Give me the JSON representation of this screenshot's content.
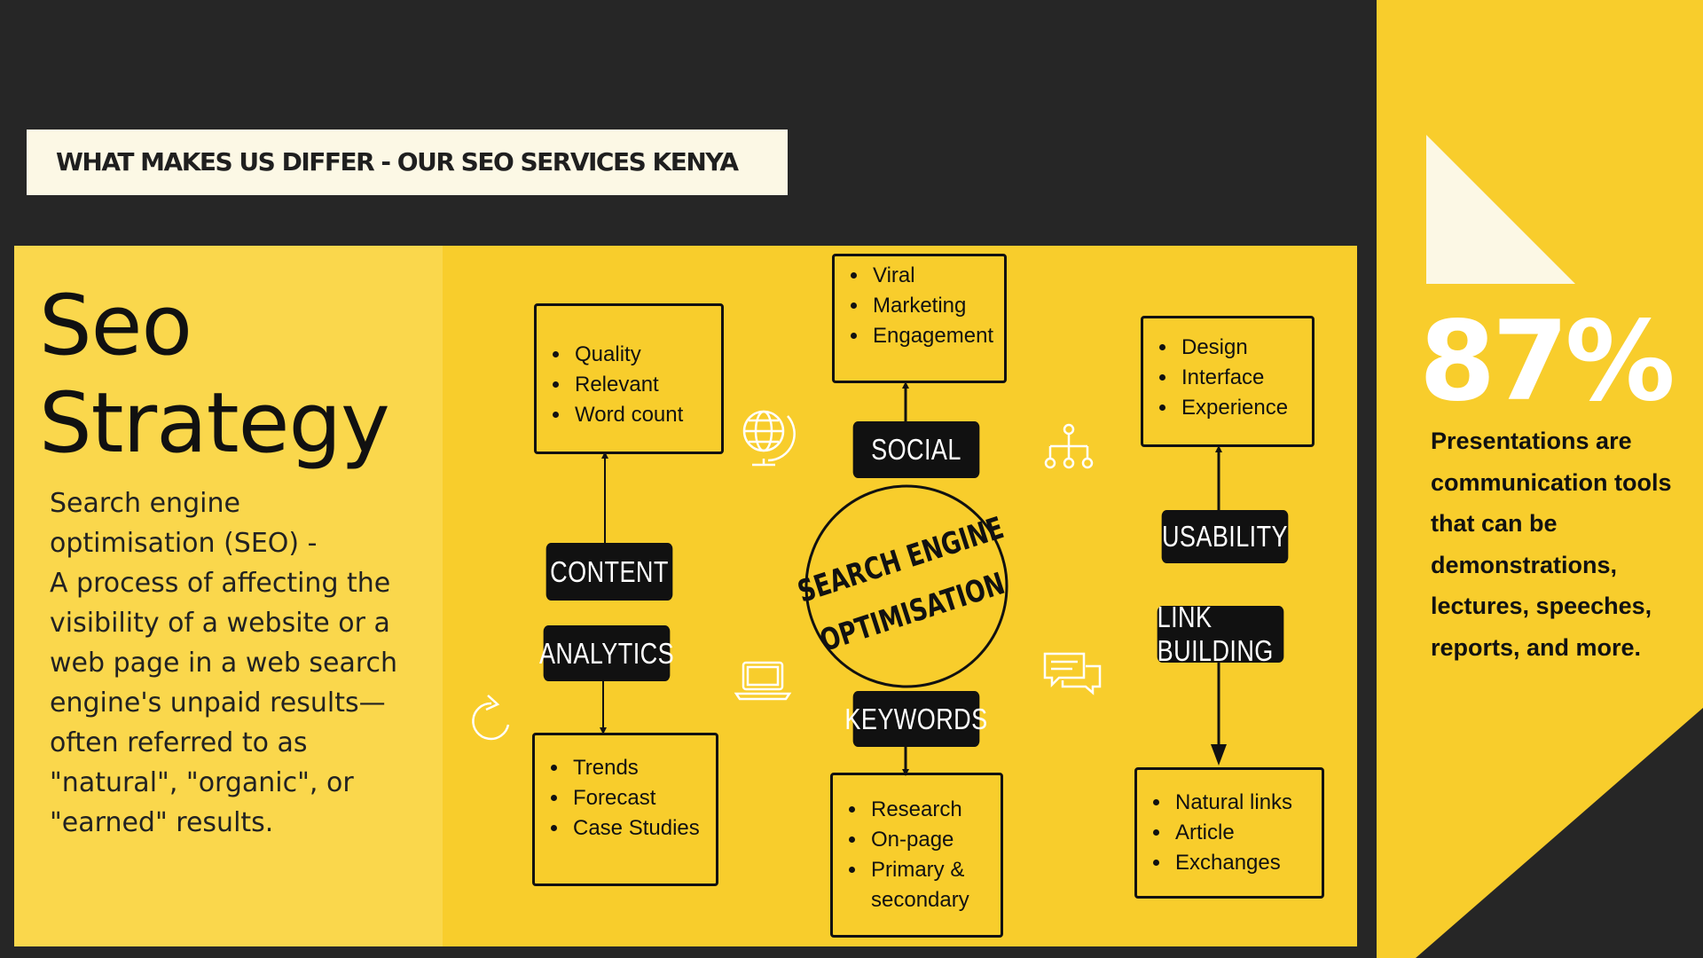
{
  "banner": {
    "title": "WHAT MAKES US DIFFER - OUR SEO SERVICES KENYA"
  },
  "intro": {
    "heading_line1": "Seo",
    "heading_line2": "Strategy",
    "description_line1": "Search engine",
    "description_line2": "optimisation (SEO) -",
    "description_body": "A process of affecting the visibility of a website or a web page in a web search engine's unpaid results—often referred to as \"natural\", \"organic\", or \"earned\" results."
  },
  "diagram": {
    "center": {
      "line1": "SEARCH ENGINE",
      "line2": "OPTIMISATION"
    },
    "nodes": {
      "content": {
        "label": "CONTENT",
        "items": [
          "Quality",
          "Relevant",
          "Word count"
        ]
      },
      "analytics": {
        "label": "ANALYTICS",
        "items": [
          "Trends",
          "Forecast",
          "Case Studies"
        ]
      },
      "social": {
        "label": "SOCIAL",
        "items": [
          "Viral",
          "Marketing",
          "Engagement"
        ]
      },
      "keywords": {
        "label": "KEYWORDS",
        "items": [
          "Research",
          "On-page",
          "Primary & secondary"
        ]
      },
      "usability": {
        "label": "USABILITY",
        "items": [
          "Design",
          "Interface",
          "Experience"
        ]
      },
      "link_building": {
        "label": "LINK BUILDING",
        "items": [
          "Natural links",
          "Article",
          "Exchanges"
        ]
      }
    },
    "icons": [
      "globe-icon",
      "sitemap-icon",
      "laptop-icon",
      "chat-icon",
      "refresh-icon"
    ]
  },
  "stat": {
    "value": "87%",
    "description": "Presentations are communication tools that can be demonstrations, lectures, speeches, reports, and more."
  },
  "colors": {
    "background": "#262626",
    "yellow": "#f8cd2c",
    "light_yellow": "#fad74c",
    "cream": "#fcf8e5",
    "black": "#111111"
  }
}
